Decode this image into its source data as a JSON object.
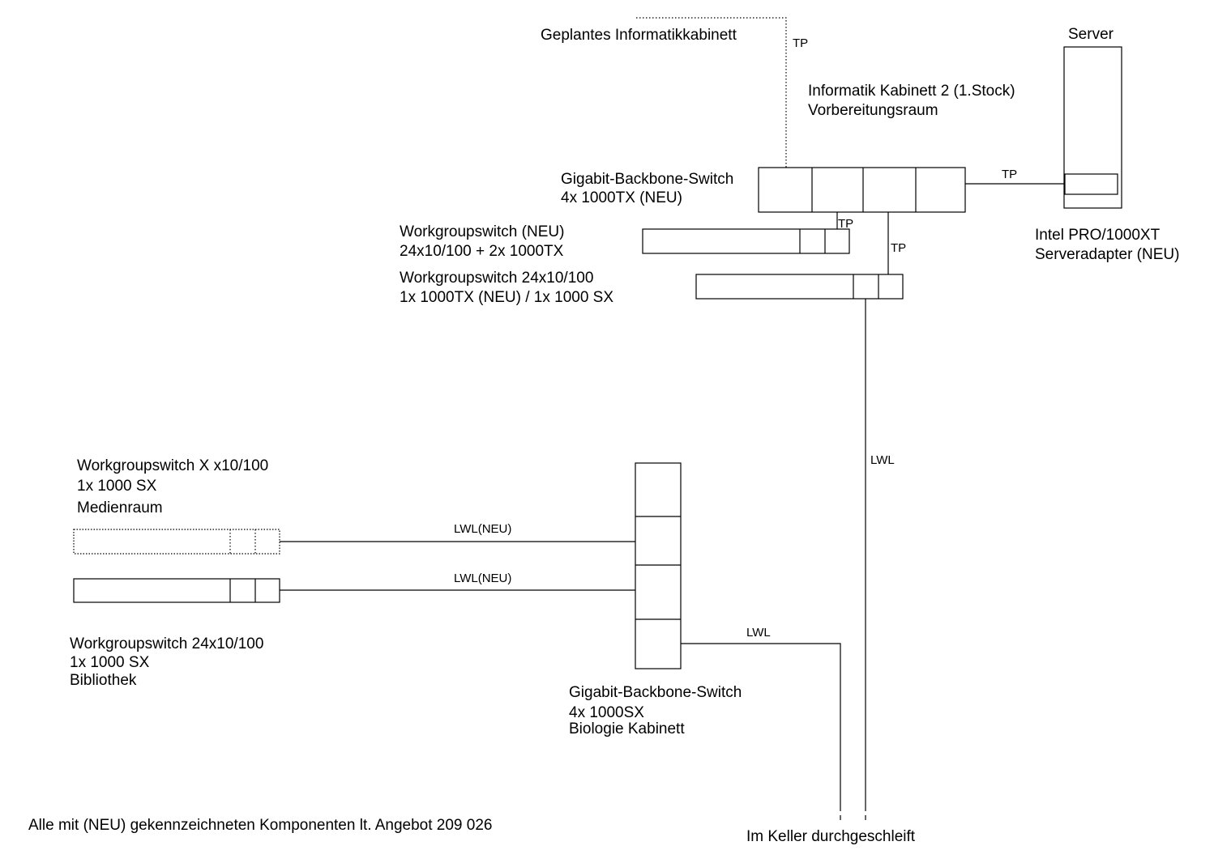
{
  "labels": {
    "planned_room": "Geplantes Informatikkabinett",
    "server": "Server",
    "cabinet_line1": "Informatik Kabinett 2 (1.Stock)",
    "cabinet_line2": "Vorbereitungsraum",
    "backbone_top_line1": "Gigabit-Backbone-Switch",
    "backbone_top_line2": "4x 1000TX (NEU)",
    "wg_new_line1": "Workgroupswitch (NEU)",
    "wg_new_line2": "24x10/100 + 2x 1000TX",
    "wg_24_line1": "Workgroupswitch 24x10/100",
    "wg_24_line2": "1x 1000TX (NEU) / 1x 1000 SX",
    "adapter_line1": "Intel PRO/1000XT",
    "adapter_line2": "Serveradapter (NEU)",
    "wg_media_line1": "Workgroupswitch X x10/100",
    "wg_media_line2": "1x 1000 SX",
    "wg_media_line3": "Medienraum",
    "wg_lib_line1": "Workgroupswitch 24x10/100",
    "wg_lib_line2": "1x 1000 SX",
    "wg_lib_line3": "Bibliothek",
    "backbone_bio_line1": "Gigabit-Backbone-Switch",
    "backbone_bio_line2": "4x 1000SX",
    "backbone_bio_line3": "Biologie Kabinett",
    "basement": "Im Keller durchgeschleift",
    "footnote": "Alle mit (NEU) gekennzeichneten Komponenten lt. Angebot 209 026"
  },
  "links": {
    "tp_planned": "TP",
    "tp_server": "TP",
    "tp_wg_new": "TP",
    "tp_wg_24": "TP",
    "lwl_riser": "LWL",
    "lwl_media": "LWL(NEU)",
    "lwl_lib": "LWL(NEU)",
    "lwl_bio": "LWL"
  }
}
